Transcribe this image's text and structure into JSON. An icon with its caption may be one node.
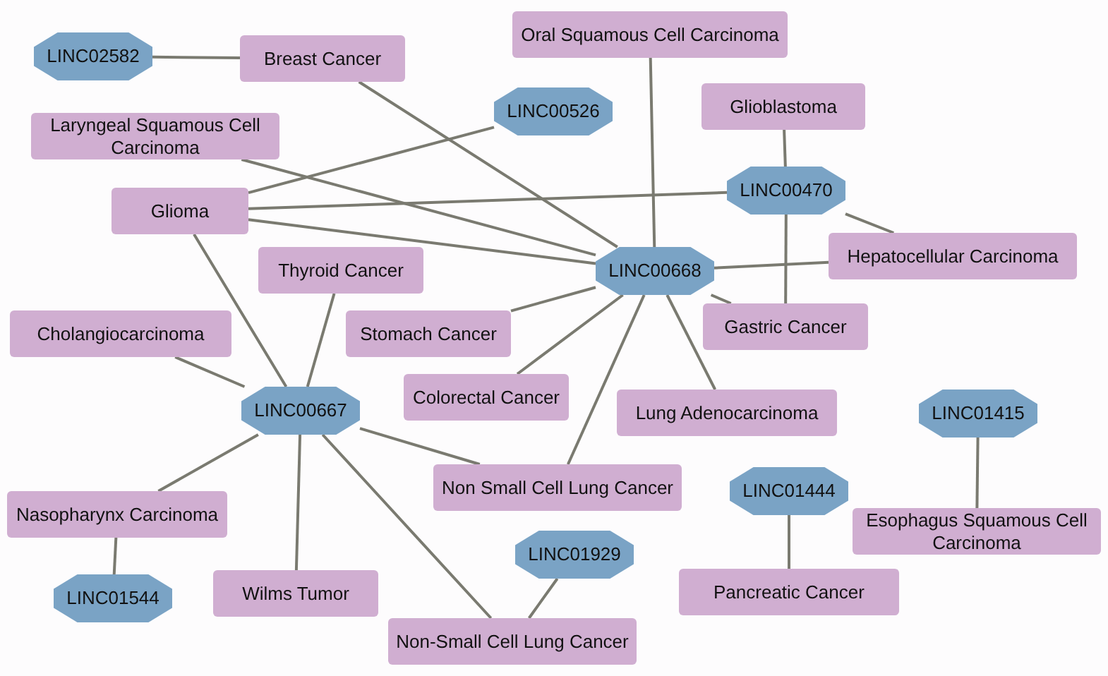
{
  "diagram": {
    "nodes": [
      {
        "text": [
          "LINC02582"
        ]
      },
      {
        "text": [
          "Breast Cancer"
        ]
      },
      {
        "text": [
          "Oral Squamous Cell Carcinoma"
        ]
      },
      {
        "text": [
          "LINC00526"
        ]
      },
      {
        "text": [
          "Laryngeal Squamous Cell Carcinoma"
        ]
      },
      {
        "text": [
          "Glioblastoma"
        ]
      },
      {
        "text": [
          "LINC00470"
        ]
      },
      {
        "text": [
          "Glioma"
        ]
      },
      {
        "text": [
          "Hepatocellular Carcinoma"
        ]
      },
      {
        "text": [
          "Thyroid Cancer"
        ]
      },
      {
        "text": [
          "LINC00668"
        ]
      },
      {
        "text": [
          "Cholangiocarcinoma"
        ]
      },
      {
        "text": [
          "Stomach Cancer"
        ]
      },
      {
        "text": [
          "Gastric Cancer"
        ]
      },
      {
        "text": [
          "Colorectal Cancer"
        ]
      },
      {
        "text": [
          "Lung Adenocarcinoma"
        ]
      },
      {
        "text": [
          "LINC00667"
        ]
      },
      {
        "text": [
          "LINC01415"
        ]
      },
      {
        "text": [
          "Non Small Cell Lung Cancer"
        ]
      },
      {
        "text": [
          "LINC01444"
        ]
      },
      {
        "text": [
          "Nasopharynx Carcinoma"
        ]
      },
      {
        "text": [
          "Esophagus Squamous Cell Carcinoma"
        ]
      },
      {
        "text": [
          "LINC01929"
        ]
      },
      {
        "text": [
          "LINC01544"
        ]
      },
      {
        "text": [
          "Wilms Tumor"
        ]
      },
      {
        "text": [
          "Pancreatic Cancer"
        ]
      },
      {
        "text": [
          "Non-Small Cell Lung Cancer"
        ]
      }
    ],
    "edges": [
      {
        "from": 0,
        "to": 1,
        "arrow": "none"
      },
      {
        "from": 1,
        "to": 10,
        "arrow": "none"
      },
      {
        "from": 2,
        "to": 10,
        "arrow": "none"
      },
      {
        "from": 4,
        "to": 10,
        "arrow": "none"
      },
      {
        "from": 3,
        "to": 7,
        "arrow": "none"
      },
      {
        "from": 7,
        "to": 6,
        "arrow": "none"
      },
      {
        "from": 7,
        "to": 10,
        "arrow": "none"
      },
      {
        "from": 7,
        "to": 16,
        "arrow": "none"
      },
      {
        "from": 5,
        "to": 6,
        "arrow": "none"
      },
      {
        "from": 6,
        "to": 8,
        "arrow": "none"
      },
      {
        "from": 6,
        "to": 13,
        "arrow": "none"
      },
      {
        "from": 10,
        "to": 8,
        "arrow": "none"
      },
      {
        "from": 10,
        "to": 13,
        "arrow": "none"
      },
      {
        "from": 10,
        "to": 12,
        "arrow": "none"
      },
      {
        "from": 10,
        "to": 14,
        "arrow": "none"
      },
      {
        "from": 10,
        "to": 15,
        "arrow": "none"
      },
      {
        "from": 10,
        "to": 18,
        "arrow": "none"
      },
      {
        "from": 9,
        "to": 16,
        "arrow": "none"
      },
      {
        "from": 11,
        "to": 16,
        "arrow": "none"
      },
      {
        "from": 16,
        "to": 20,
        "arrow": "none"
      },
      {
        "from": 16,
        "to": 24,
        "arrow": "none"
      },
      {
        "from": 16,
        "to": 26,
        "arrow": "none"
      },
      {
        "from": 16,
        "to": 18,
        "arrow": "none"
      },
      {
        "from": 20,
        "to": 23,
        "arrow": "none"
      },
      {
        "from": 22,
        "to": 26,
        "arrow": "none"
      },
      {
        "from": 19,
        "to": 25,
        "arrow": "none"
      },
      {
        "from": 17,
        "to": 21,
        "arrow": "none"
      }
    ]
  }
}
